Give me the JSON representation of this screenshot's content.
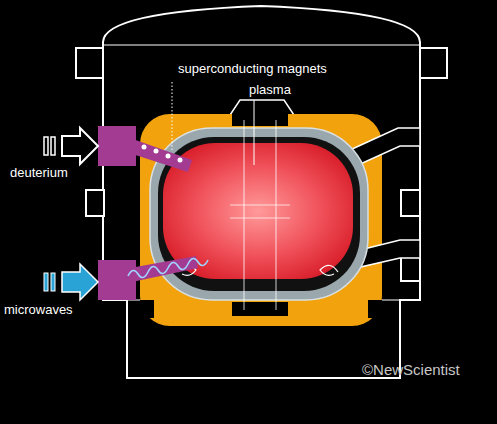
{
  "diagram": {
    "labels": [
      "superconducting magnets",
      "plasma",
      "deuterium",
      "microwaves",
      "©NewScientist"
    ]
  }
}
